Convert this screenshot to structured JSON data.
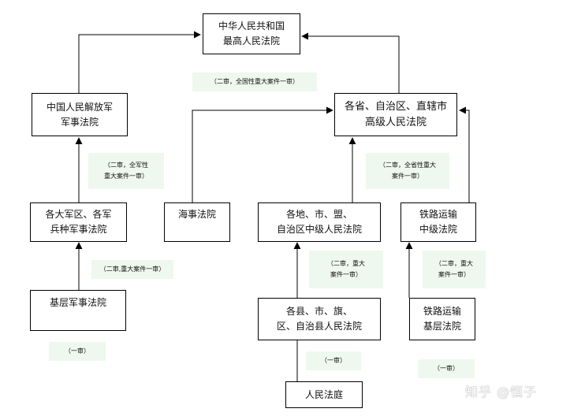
{
  "courts": {
    "supreme": {
      "line1": "中华人民共和国",
      "line2": "最高人民法院"
    },
    "pla": {
      "line1": "中国人民解放军",
      "line2": "军事法院"
    },
    "high": {
      "line1": "各省、自治区、直辖市",
      "line2": "高级人民法院"
    },
    "military_region": {
      "line1": "各大军区、各军",
      "line2": "兵种军事法院"
    },
    "maritime": {
      "line1": "海事法院"
    },
    "intermediate": {
      "line1": "各地、市、盟、",
      "line2": "自治区中级人民法院"
    },
    "railway_intermediate": {
      "line1": "铁路运输",
      "line2": "中级法院"
    },
    "basic_military": {
      "line1": "基层军事法院"
    },
    "basic": {
      "line1": "各县、市、旗、",
      "line2": "区、自治县人民法院"
    },
    "railway_basic": {
      "line1": "铁路运输",
      "line2": "基层法院"
    },
    "tribunal": {
      "line1": "人民法庭"
    }
  },
  "notes": {
    "national": "（二审，全国性重大案件一审）",
    "army_line1": "（二审，全军性",
    "army_line2": "重大案件一审）",
    "province_line1": "（二审，全省性重大",
    "province_line2": "案件一审）",
    "military_region": "（二审,重大案件一审）",
    "intermediate_line1": "（二审，重大",
    "intermediate_line2": "案件一审）",
    "railway_line1": "（二审，重大",
    "railway_line2": "案件一审）",
    "basic_military": "（一审）",
    "basic": "（一审）",
    "railway_basic": "（一审）"
  },
  "watermark": "知乎 @恒子"
}
